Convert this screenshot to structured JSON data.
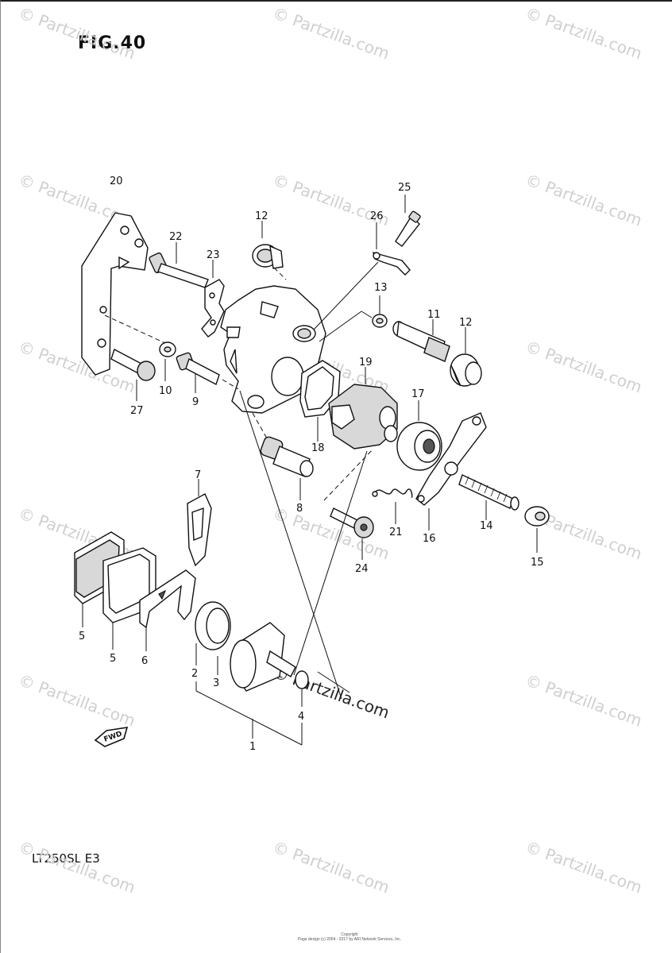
{
  "figure_title": "FIG.40",
  "model": "LT250SL  E3",
  "footer": {
    "line1": "Copyright",
    "line2": "Page design (c) 2004 - 2017 by ARI Network Services, Inc."
  },
  "watermarks": {
    "small": "© Partzilla.com",
    "center": "© Partzilla.com"
  },
  "fwd_label": "FWD",
  "callouts": {
    "c1": "1",
    "c2": "2",
    "c3": "3",
    "c4": "4",
    "c5a": "5",
    "c5b": "5",
    "c6": "6",
    "c7": "7",
    "c8": "8",
    "c9": "9",
    "c10": "10",
    "c11": "11",
    "c12a": "12",
    "c12b": "12",
    "c13": "13",
    "c14": "14",
    "c15": "15",
    "c16": "16",
    "c17": "17",
    "c18": "18",
    "c19": "19",
    "c20": "20",
    "c21": "21",
    "c22": "22",
    "c23": "23",
    "c24": "24",
    "c25": "25",
    "c26": "26",
    "c27": "27"
  },
  "colors": {
    "ink": "#111111",
    "watermark": "#cfcfcf"
  }
}
